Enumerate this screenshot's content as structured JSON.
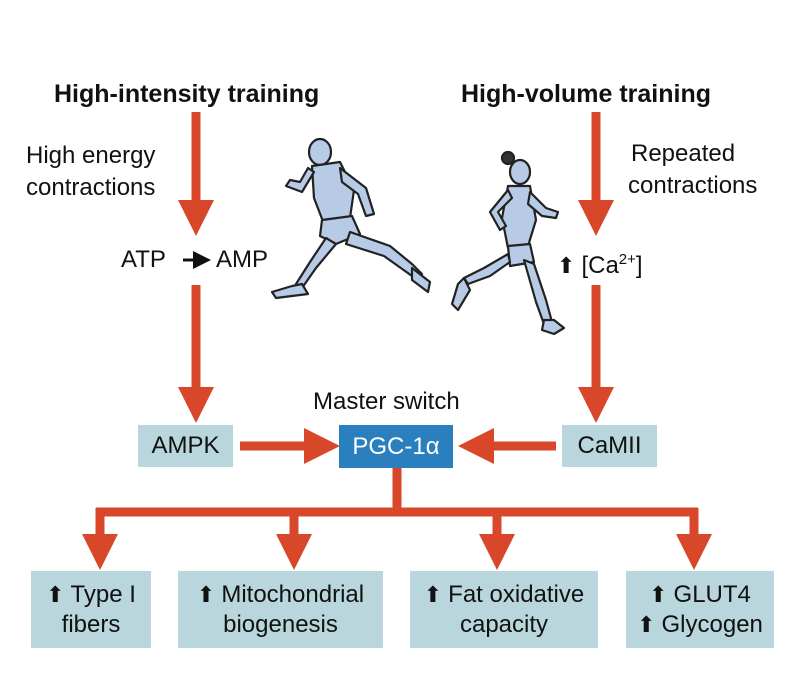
{
  "titles": {
    "left": "High-intensity training",
    "right": "High-volume training"
  },
  "left_stimulus": [
    "High energy",
    "contractions"
  ],
  "right_stimulus": [
    "Repeated",
    "contractions"
  ],
  "atp_amp": {
    "atp": "ATP",
    "amp": "AMP"
  },
  "calcium": {
    "prefix": "[Ca",
    "charge": "2+",
    "suffix": "]"
  },
  "master_switch": "Master switch",
  "nodes": {
    "ampk": "AMPK",
    "pgc": "PGC-1α",
    "camii": "CaMII"
  },
  "outcomes": [
    {
      "line1": "Type I",
      "line2": "fibers"
    },
    {
      "line1": "Mitochondrial",
      "line2": "biogenesis"
    },
    {
      "line1": "Fat oxidative",
      "line2": "capacity"
    },
    {
      "line1": "GLUT4",
      "line2": "Glycogen"
    }
  ],
  "colors": {
    "arrow": "#d9472b",
    "box": "#b9d6dc",
    "master_box": "#2a7fbf",
    "runner_fill": "#b8cbe6"
  },
  "icons": [
    "runner-male-icon",
    "runner-female-icon",
    "up-arrow-icon"
  ]
}
